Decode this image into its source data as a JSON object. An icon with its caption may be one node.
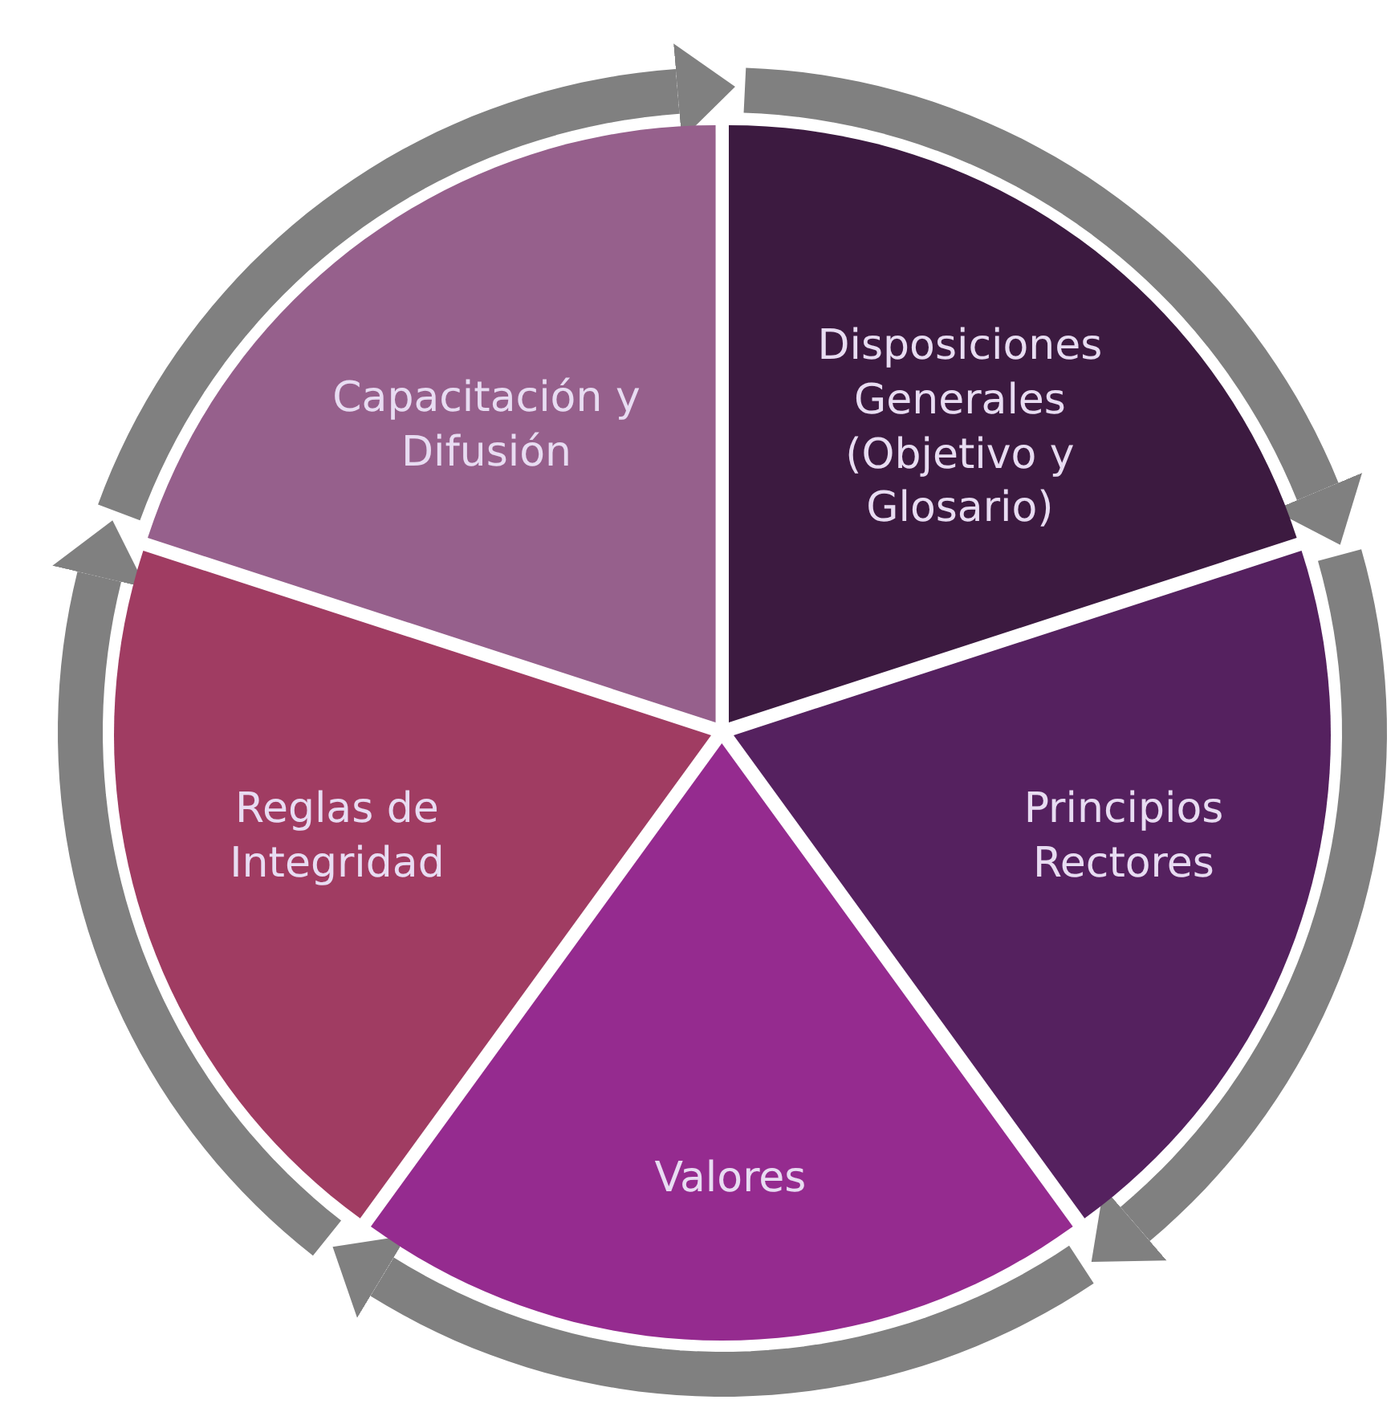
{
  "diagram": {
    "nodes": [
      {
        "text": [
          "Disposiciones Generales (Objetivo y Glosario)"
        ]
      },
      {
        "text": [
          "Principios Rectores"
        ]
      },
      {
        "text": [
          "Valores"
        ]
      },
      {
        "text": [
          "Reglas de Integridad"
        ]
      },
      {
        "text": [
          "Capacitación y Difusión"
        ]
      }
    ]
  }
}
